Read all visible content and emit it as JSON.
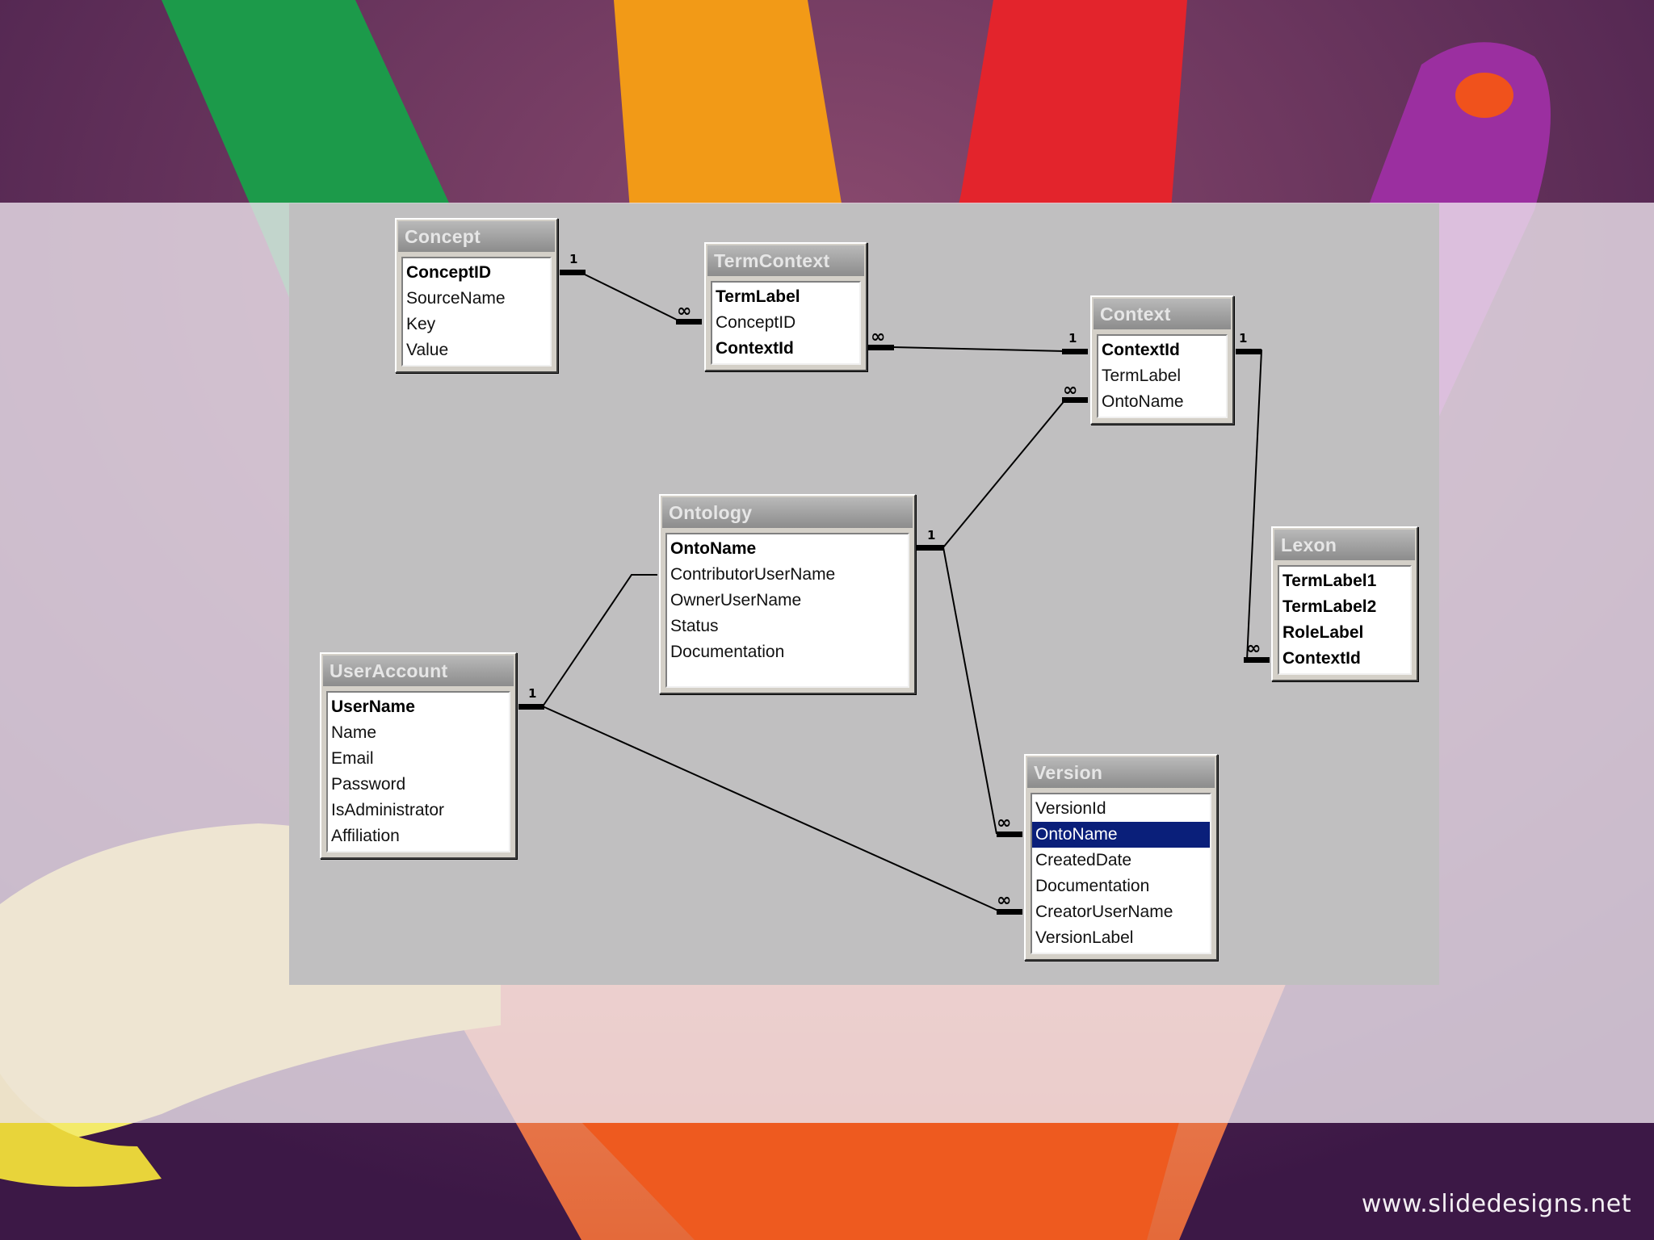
{
  "footer": {
    "url": "www.slidedesigns.net"
  },
  "tables": [
    {
      "id": "concept",
      "name": "Concept",
      "fields": [
        {
          "name": "ConceptID",
          "key": true
        },
        {
          "name": "SourceName",
          "key": false
        },
        {
          "name": "Key",
          "key": false
        },
        {
          "name": "Value",
          "key": false
        }
      ]
    },
    {
      "id": "termcontext",
      "name": "TermContext",
      "fields": [
        {
          "name": "TermLabel",
          "key": true
        },
        {
          "name": "ConceptID",
          "key": false
        },
        {
          "name": "ContextId",
          "key": true
        }
      ]
    },
    {
      "id": "context",
      "name": "Context",
      "fields": [
        {
          "name": "ContextId",
          "key": true
        },
        {
          "name": "TermLabel",
          "key": false
        },
        {
          "name": "OntoName",
          "key": false
        }
      ]
    },
    {
      "id": "ontology",
      "name": "Ontology",
      "fields": [
        {
          "name": "OntoName",
          "key": true
        },
        {
          "name": "ContributorUserName",
          "key": false
        },
        {
          "name": "OwnerUserName",
          "key": false
        },
        {
          "name": "Status",
          "key": false
        },
        {
          "name": "Documentation",
          "key": false
        }
      ]
    },
    {
      "id": "lexon",
      "name": "Lexon",
      "fields": [
        {
          "name": "TermLabel1",
          "key": true
        },
        {
          "name": "TermLabel2",
          "key": true
        },
        {
          "name": "RoleLabel",
          "key": true
        },
        {
          "name": "ContextId",
          "key": true
        }
      ]
    },
    {
      "id": "useraccount",
      "name": "UserAccount",
      "fields": [
        {
          "name": "UserName",
          "key": true
        },
        {
          "name": "Name",
          "key": false
        },
        {
          "name": "Email",
          "key": false
        },
        {
          "name": "Password",
          "key": false
        },
        {
          "name": "IsAdministrator",
          "key": false
        },
        {
          "name": "Affiliation",
          "key": false
        }
      ]
    },
    {
      "id": "version",
      "name": "Version",
      "fields": [
        {
          "name": "VersionId",
          "key": false
        },
        {
          "name": "OntoName",
          "key": false,
          "selected": true
        },
        {
          "name": "CreatedDate",
          "key": false
        },
        {
          "name": "Documentation",
          "key": false
        },
        {
          "name": "CreatorUserName",
          "key": false
        },
        {
          "name": "VersionLabel",
          "key": false
        }
      ]
    }
  ],
  "relationships": [
    {
      "from": "Concept.ConceptID",
      "to": "TermContext.ConceptID",
      "one": "1",
      "many": "∞"
    },
    {
      "from": "Context.ContextId",
      "to": "TermContext.ContextId",
      "one": "1",
      "many": "∞"
    },
    {
      "from": "Ontology.OntoName",
      "to": "Context.OntoName",
      "one": "1",
      "many": "∞"
    },
    {
      "from": "Context.ContextId",
      "to": "Lexon.ContextId",
      "one": "1",
      "many": "∞"
    },
    {
      "from": "Ontology.OntoName",
      "to": "Version.OntoName",
      "one": "1",
      "many": "∞"
    },
    {
      "from": "UserAccount.UserName",
      "to": "Ontology.ContributorUserName",
      "one": "1",
      "many": ""
    },
    {
      "from": "UserAccount.UserName",
      "to": "Version.CreatorUserName",
      "one": "1",
      "many": "∞"
    }
  ]
}
